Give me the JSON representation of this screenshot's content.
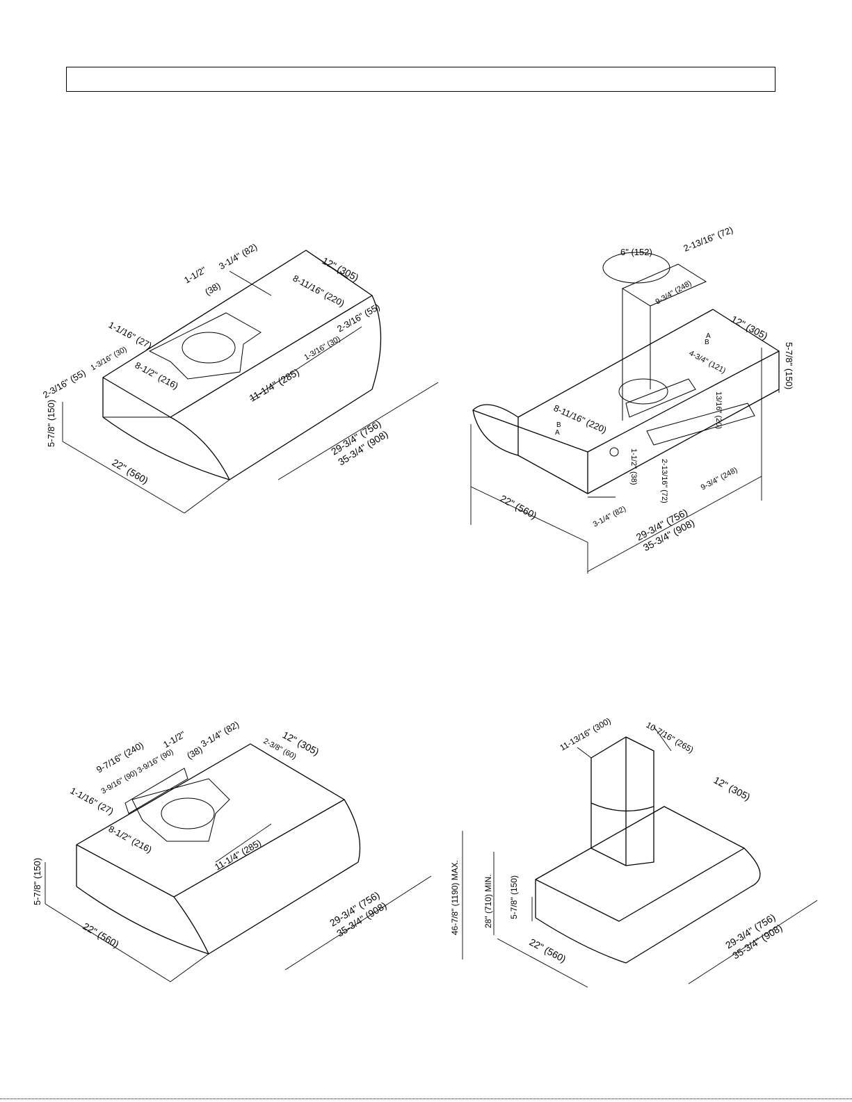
{
  "header_box": {
    "text": ""
  },
  "diagrams": {
    "top_left": {
      "labels": {
        "a": "3-1/4\" (82)",
        "b": "12\" (305)",
        "c": "1-1/2\"",
        "d": "(38)",
        "e": "8-11/16\" (220)",
        "f": "2-3/16\" (55)",
        "g": "1-1/16\" (27)",
        "h": "1-3/16\" (30)",
        "i": "1-3/16\" (30)",
        "j": "2-3/16\" (55)",
        "k": "8-1/2\" (216)",
        "l": "11-1/4\" (285)",
        "m": "5-7/8\" (150)",
        "n": "29-3/4\" (756)",
        "o": "35-3/4\" (908)",
        "p": "22\" (560)"
      }
    },
    "top_right": {
      "labels": {
        "a": "6\" (152)",
        "b": "2-13/16\" (72)",
        "c": "9-3/4\" (248)",
        "d": "12\" (305)",
        "e": "5-7/8\" (150)",
        "f": "A",
        "g": "B",
        "h": "4-3/4\" (121)",
        "i": "13/16\" (20)",
        "j": "8-11/16\" (220)",
        "k": "B",
        "l": "A",
        "m": "1-1/2\"",
        "n": "(38)",
        "o": "2-13/16\" (72)",
        "p": "9-3/4\" (248)",
        "q": "22\" (560)",
        "r": "3-1/4\" (82)",
        "s": "29-3/4\" (756)",
        "t": "35-3/4\" (908)"
      }
    },
    "bottom_left": {
      "labels": {
        "a": "1-1/2\"",
        "b": "3-1/4\" (82)",
        "c": "12\" (305)",
        "d": "9-7/16\" (240)",
        "e": "2-3/8\" (60)",
        "f": "(38)",
        "g": "3-9/16\" (90)",
        "h": "3-9/16\" (90)",
        "i": "1-1/16\" (27)",
        "j": "8-1/2\" (216)",
        "k": "11-1/4\" (285)",
        "l": "5-7/8\" (150)",
        "m": "22\" (560)",
        "n": "29-3/4\" (756)",
        "o": "35-3/4\" (908)"
      }
    },
    "bottom_right": {
      "labels": {
        "a": "11-13/16\" (300)",
        "b": "10-7/16\" (265)",
        "c": "12\" (305)",
        "d": "46-7/8\" (1190) MAX.",
        "e": "28\" (710) MIN.",
        "f": "5-7/8\" (150)",
        "g": "22\" (560)",
        "h": "29-3/4\" (756)",
        "i": "35-3/4\" (908)"
      }
    }
  }
}
